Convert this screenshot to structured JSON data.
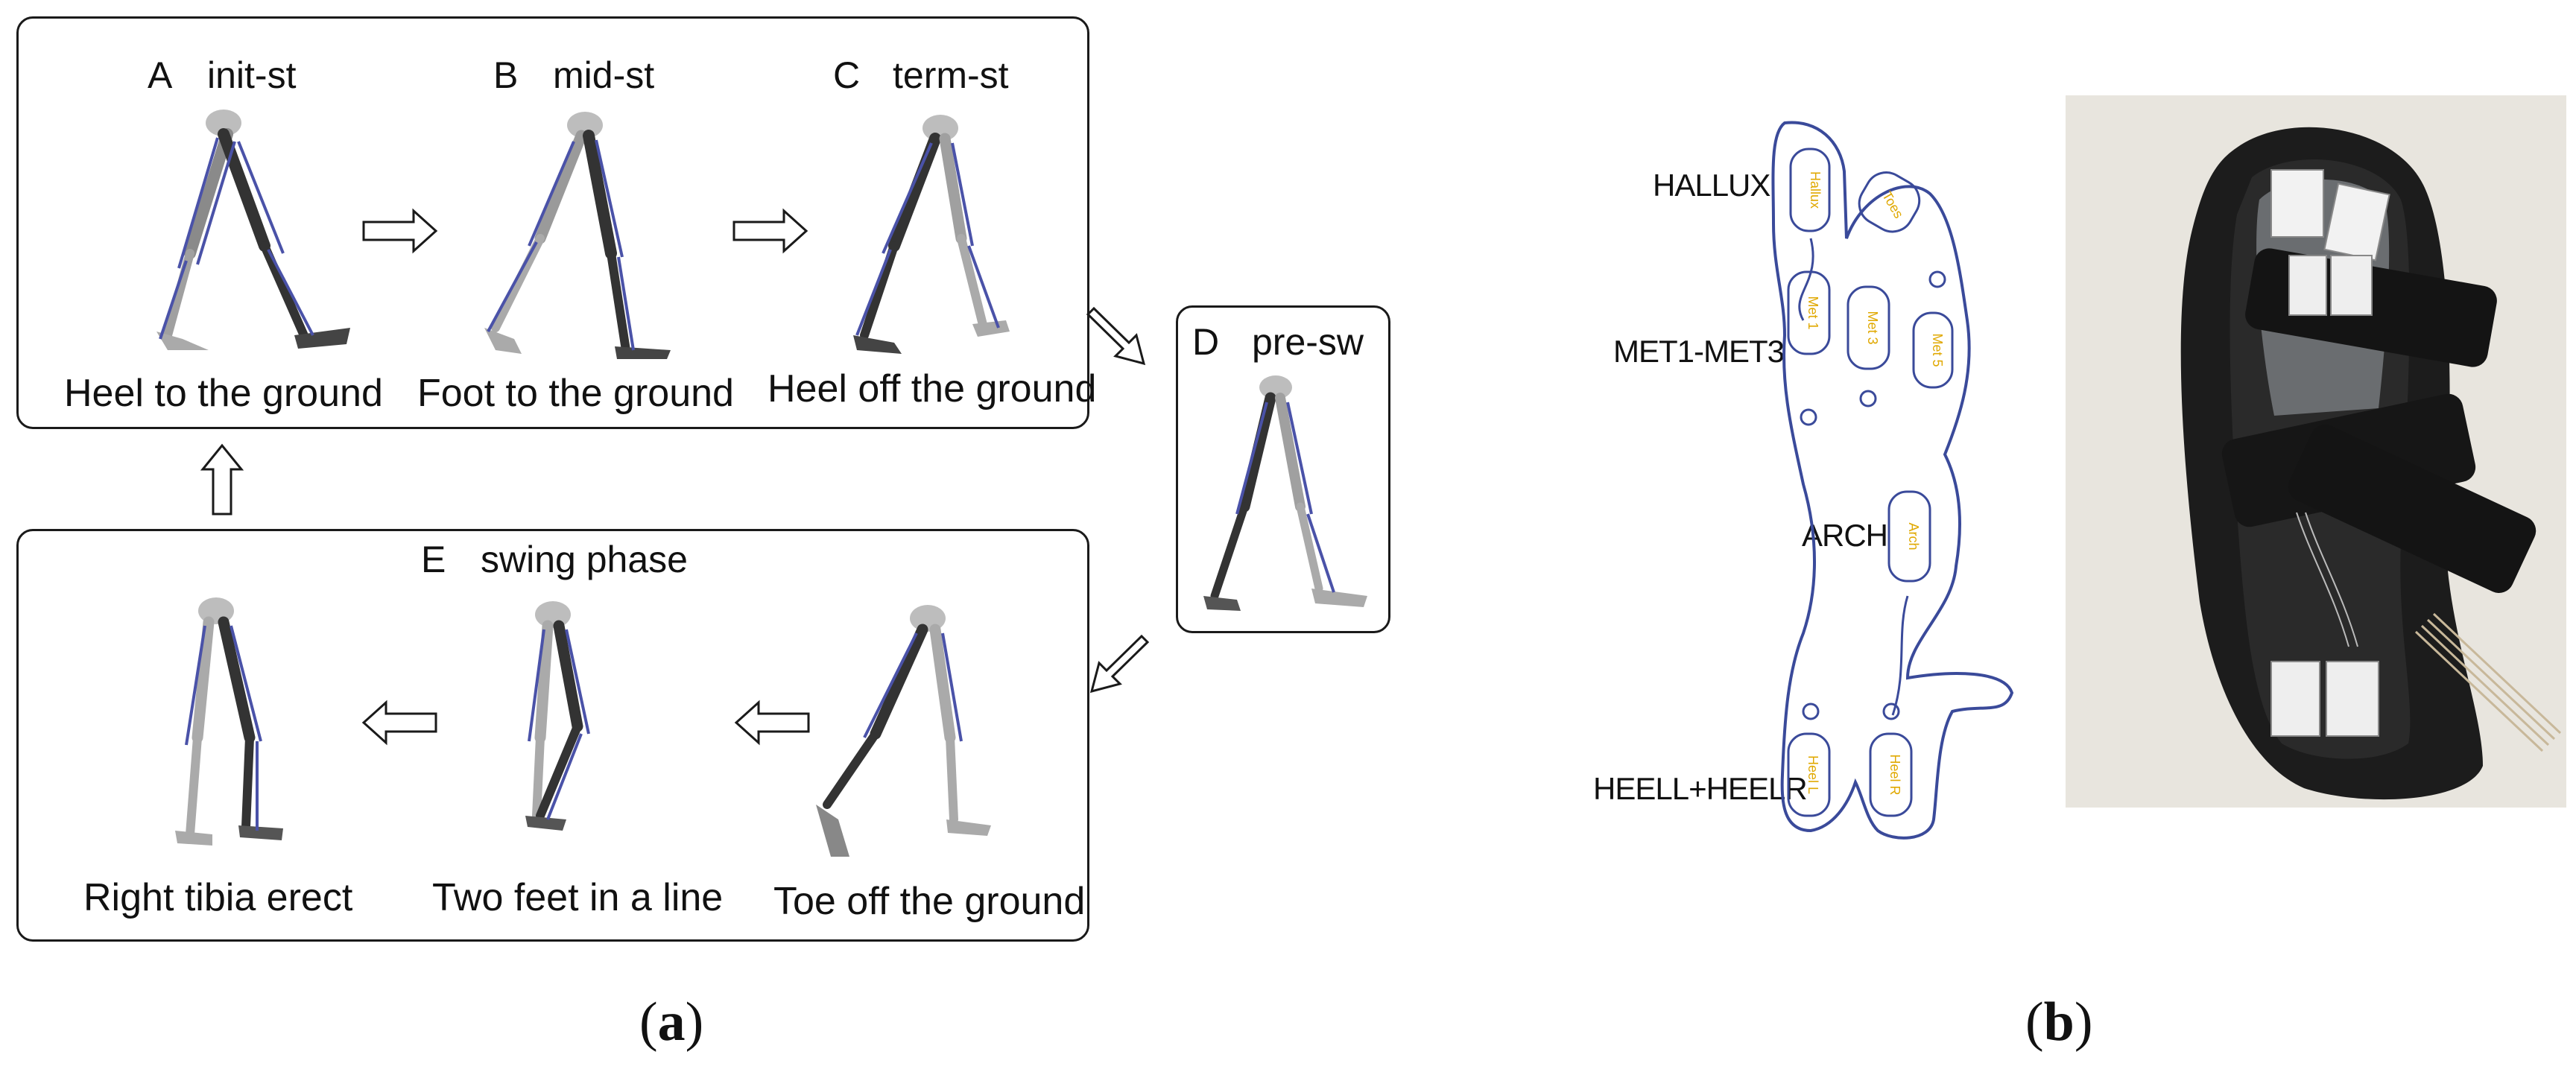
{
  "panel_a": {
    "phases": [
      {
        "letter": "A",
        "name": "init-st",
        "caption": "Heel to the ground"
      },
      {
        "letter": "B",
        "name": "mid-st",
        "caption": "Foot to the ground"
      },
      {
        "letter": "C",
        "name": "term-st",
        "caption": "Heel off the ground"
      },
      {
        "letter": "D",
        "name": "pre-sw"
      }
    ],
    "swing": {
      "letter": "E",
      "name": "swing phase",
      "captions": [
        "Right tibia erect",
        "Two feet in a line",
        "Toe off the ground"
      ]
    },
    "sublabel": "a"
  },
  "panel_b": {
    "sensor_labels": [
      "HALLUX",
      "MET1-MET3",
      "ARCH",
      "HEELL+HEELR"
    ],
    "pad_labels": [
      "Hallux",
      "Toes",
      "Met 1",
      "Met 3",
      "Met 5",
      "Arch",
      "Heel L",
      "Heel R"
    ],
    "sublabel": "b"
  },
  "colors": {
    "outline": "#1a1a1a",
    "muscle_blue": "#4a52a8",
    "insole_line": "#3a4a9a",
    "pad_text": "#e0a800",
    "sandal": "#1c1c1c"
  }
}
